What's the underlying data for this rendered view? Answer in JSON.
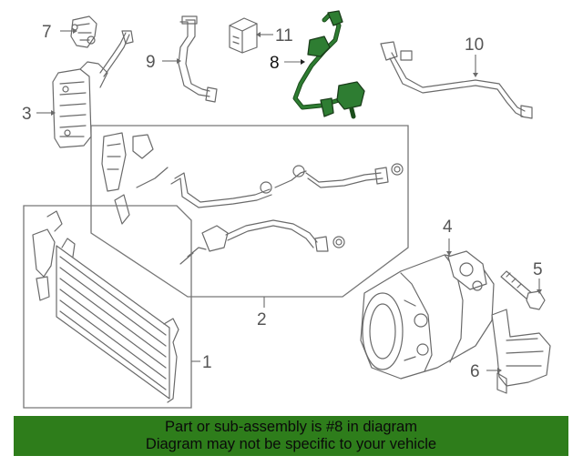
{
  "callouts": {
    "c1": "1",
    "c2": "2",
    "c3": "3",
    "c4": "4",
    "c5": "5",
    "c6": "6",
    "c7": "7",
    "c8": "8",
    "c9": "9",
    "c10": "10",
    "c11": "11"
  },
  "highlighted_part": "8",
  "colors": {
    "highlight": "#2e7d32",
    "banner": "#2e7d1b",
    "linework": "#6a6a6a"
  },
  "banner": {
    "line1": "Part or sub-assembly is #8 in diagram",
    "line2": "Diagram may not be specific to your vehicle"
  }
}
